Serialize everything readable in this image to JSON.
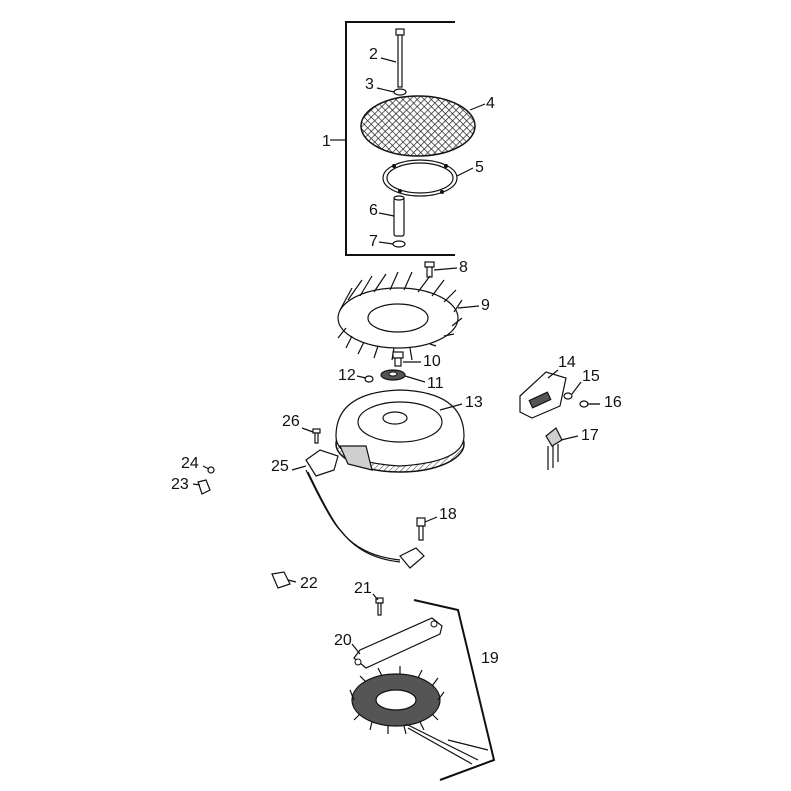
{
  "callouts": [
    "1",
    "2",
    "3",
    "4",
    "5",
    "6",
    "7",
    "8",
    "9",
    "10",
    "11",
    "12",
    "13",
    "14",
    "15",
    "16",
    "17",
    "18",
    "19",
    "20",
    "21",
    "22",
    "23",
    "24",
    "25",
    "26"
  ],
  "colors": {
    "ink": "#111111",
    "background": "#ffffff",
    "shade": "#cfcfcf"
  }
}
